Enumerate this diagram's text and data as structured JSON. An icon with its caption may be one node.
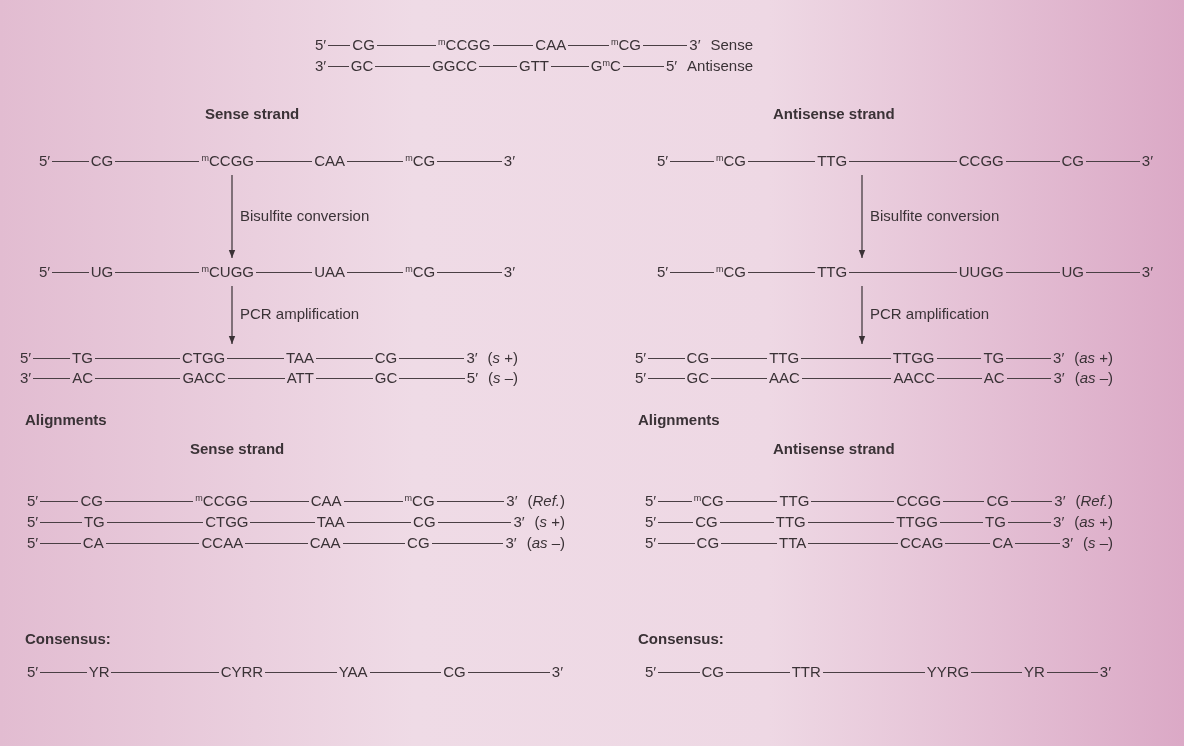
{
  "diagram": {
    "nodes": [
      {
        "text": [
          "5′",
          "CG",
          "$^{m}$CCGG",
          "CAA",
          "$^{m}$CG",
          "3′"
        ],
        "beside": [
          "Sense"
        ]
      },
      {
        "text": [
          "3′",
          "GC",
          "GGCC",
          "GTT",
          "G$^{m}$C",
          "5′"
        ],
        "beside": [
          "Antisense"
        ]
      },
      {
        "text": [
          "5′",
          "CG",
          "$^{m}$CCGG",
          "CAA",
          "$^{m}$CG",
          "3′"
        ]
      },
      {
        "text": [
          "5′",
          "UG",
          "$^{m}$CUGG",
          "UAA",
          "$^{m}$CG",
          "3′"
        ]
      },
      {
        "text": [
          "5′",
          "TG",
          "CTGG",
          "TAA",
          "CG",
          "3′"
        ],
        "beside": [
          "(*s* +)"
        ]
      },
      {
        "text": [
          "3′",
          "AC",
          "GACC",
          "ATT",
          "GC",
          "5′"
        ],
        "beside": [
          "(*s* –)"
        ]
      },
      {
        "text": [
          "5′",
          "$^{m}$CG",
          "TTG",
          "CCGG",
          "CG",
          "3′"
        ]
      },
      {
        "text": [
          "5′",
          "$^{m}$CG",
          "TTG",
          "UUGG",
          "UG",
          "3′"
        ]
      },
      {
        "text": [
          "5′",
          "CG",
          "TTG",
          "TTGG",
          "TG",
          "3′"
        ],
        "beside": [
          "(*as* +)"
        ]
      },
      {
        "text": [
          "5′",
          "GC",
          "AAC",
          "AACC",
          "AC",
          "3′"
        ],
        "beside": [
          "(*as* –)"
        ]
      },
      {
        "text": [
          "5′",
          "CG",
          "$^{m}$CCGG",
          "CAA",
          "$^{m}$CG",
          "3′"
        ],
        "beside": [
          "(*Ref.*)"
        ]
      },
      {
        "text": [
          "5′",
          "TG",
          "CTGG",
          "TAA",
          "CG",
          "3′"
        ],
        "beside": [
          "(*s* +)"
        ]
      },
      {
        "text": [
          "5′",
          "CA",
          "CCAA",
          "CAA",
          "CG",
          "3′"
        ],
        "beside": [
          "(*as* –)"
        ]
      },
      {
        "text": [
          "5′",
          "$^{m}$CG",
          "TTG",
          "CCGG",
          "CG",
          "3′"
        ],
        "beside": [
          "(*Ref.*)"
        ]
      },
      {
        "text": [
          "5′",
          "CG",
          "TTG",
          "TTGG",
          "TG",
          "3′"
        ],
        "beside": [
          "(*as* +)"
        ]
      },
      {
        "text": [
          "5′",
          "CG",
          "TTA",
          "CCAG",
          "CA",
          "3′"
        ],
        "beside": [
          "(*s* –)"
        ]
      },
      {
        "text": [
          "5′",
          "YR",
          "CYRR",
          "YAA",
          "CG",
          "3′"
        ]
      },
      {
        "text": [
          "5′",
          "CG",
          "TTR",
          "YYRG",
          "YR",
          "3′"
        ]
      }
    ],
    "edges": [
      {
        "from": 2,
        "to": 3,
        "arrow": "to",
        "label": "Bisulfite conversion"
      },
      {
        "from": 3,
        "to": 4,
        "arrow": "to",
        "label": "PCR amplification"
      },
      {
        "from": 6,
        "to": 7,
        "arrow": "to",
        "label": "Bisulfite conversion"
      },
      {
        "from": 7,
        "to": 8,
        "arrow": "to",
        "label": "PCR amplification"
      }
    ],
    "labels": [
      "Sense strand",
      "Antisense strand",
      "Alignments",
      "Alignments",
      "Sense strand",
      "Antisense strand",
      "Consensus:",
      "Consensus:"
    ]
  }
}
